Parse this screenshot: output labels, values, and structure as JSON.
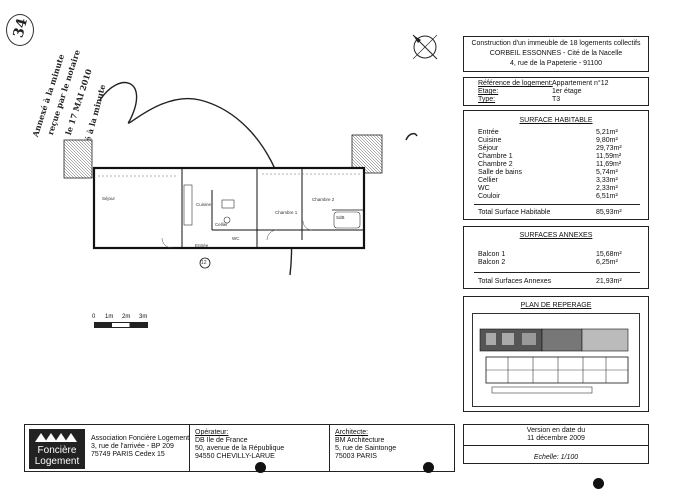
{
  "stamp": {
    "line1": "Annexé à la minute",
    "line2": "reçue par le notaire",
    "line3": "le 17 MAI 2010",
    "page_number": "34"
  },
  "header": {
    "line1": "Construction d'un immeuble de 18 logements collectifs",
    "line2": "CORBEIL ESSONNES - Cité de la Nacelle",
    "line3": "4, rue de la Papeterie - 91100"
  },
  "reference": {
    "ref_label": "Référence de logement:",
    "ref_value": "Appartement n°12",
    "floor_label": "Etage:",
    "floor_value": "1er étage",
    "type_label": "Type:",
    "type_value": "T3"
  },
  "surface_habitable": {
    "title": "SURFACE HABITABLE",
    "rooms": [
      {
        "name": "Entrée",
        "area": "5,21m²"
      },
      {
        "name": "Cuisine",
        "area": "9,80m²"
      },
      {
        "name": "Séjour",
        "area": "29,73m²"
      },
      {
        "name": "Chambre 1",
        "area": "11,59m²"
      },
      {
        "name": "Chambre 2",
        "area": "11,69m²"
      },
      {
        "name": "Salle de bains",
        "area": "5,74m²"
      },
      {
        "name": "Cellier",
        "area": "3,33m²"
      },
      {
        "name": "WC",
        "area": "2,33m²"
      },
      {
        "name": "Couloir",
        "area": "6,51m²"
      }
    ],
    "total_label": "Total Surface Habitable",
    "total_value": "85,93m²"
  },
  "surfaces_annexes": {
    "title": "SURFACES ANNEXES",
    "items": [
      {
        "name": "Balcon 1",
        "area": "15,68m²"
      },
      {
        "name": "Balcon 2",
        "area": "6,25m²"
      }
    ],
    "total_label": "Total Surfaces Annexes",
    "total_value": "21,93m²"
  },
  "plan_reperage": {
    "title": "PLAN DE REPERAGE"
  },
  "version": {
    "line1": "Version en date du",
    "line2": "11 décembre 2009",
    "scale": "Echelle: 1/100"
  },
  "plan": {
    "rooms": [
      "Séjour",
      "Cuisine",
      "Chambre 1",
      "Chambre 2",
      "Entrée",
      "Cellier",
      "SdB",
      "WC"
    ],
    "marker": "12",
    "scale_labels": [
      "0",
      "1m",
      "2m",
      "3m"
    ]
  },
  "logo": {
    "line1": "Foncière",
    "line2": "Logement"
  },
  "owner": {
    "name": "Association Foncière Logement",
    "address1": "3, rue de l'arrivée - BP 209",
    "address2": "75749 PARIS Cedex 15"
  },
  "operator": {
    "label": "Opérateur:",
    "name": "DB Ile de France",
    "address1": "50, avenue de la République",
    "address2": "94550 CHEVILLY-LARUE"
  },
  "architect": {
    "label": "Architecte:",
    "name": "BM Architecture",
    "address1": "5, rue de Saintonge",
    "address2": "75003 PARIS"
  }
}
